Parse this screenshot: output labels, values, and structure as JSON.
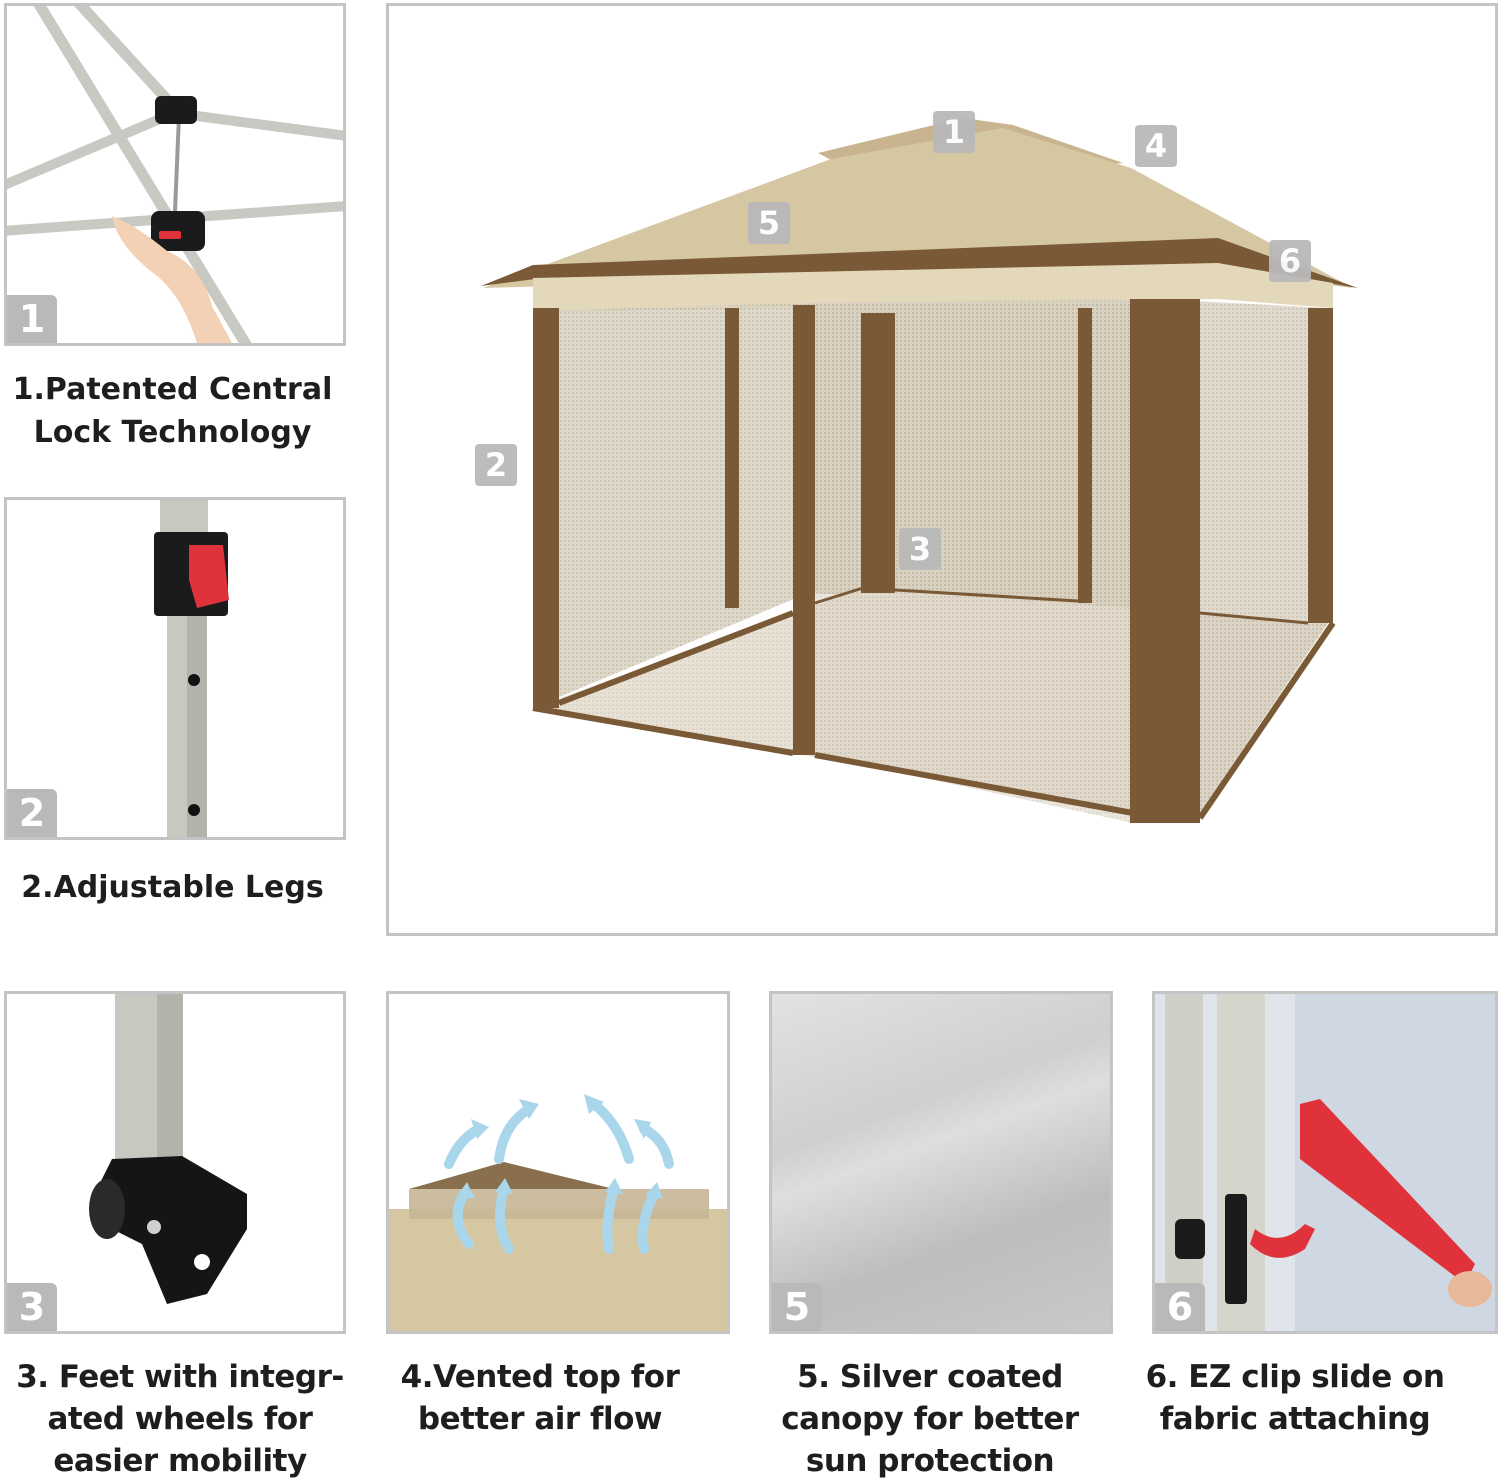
{
  "features": [
    {
      "number": "1",
      "caption_lines": [
        "1.Patented Central",
        "Lock Technology"
      ]
    },
    {
      "number": "2",
      "caption_lines": [
        "2.Adjustable Legs"
      ]
    },
    {
      "number": "3",
      "caption_lines": [
        "3. Feet with integr-",
        "ated wheels for",
        "easier mobility"
      ]
    },
    {
      "number": "4",
      "caption_lines": [
        "4.Vented top for",
        "better air flow"
      ]
    },
    {
      "number": "5",
      "caption_lines": [
        "5. Silver coated",
        "canopy for better",
        "sun protection"
      ]
    },
    {
      "number": "6",
      "caption_lines": [
        "6. EZ clip slide on",
        "fabric attaching"
      ]
    }
  ],
  "main_image": {
    "subject": "pop-up gazebo with mosquito netting",
    "callouts": [
      "1",
      "2",
      "3",
      "4",
      "5",
      "6"
    ]
  },
  "colors": {
    "canopy_tan": "#d6c7a3",
    "trim_brown": "#7a5a36",
    "frame_gray": "#c9c9c3",
    "badge_gray": "#b9b9b9",
    "lock_red": "#e0323a",
    "airflow_blue": "#a9d6ea"
  }
}
